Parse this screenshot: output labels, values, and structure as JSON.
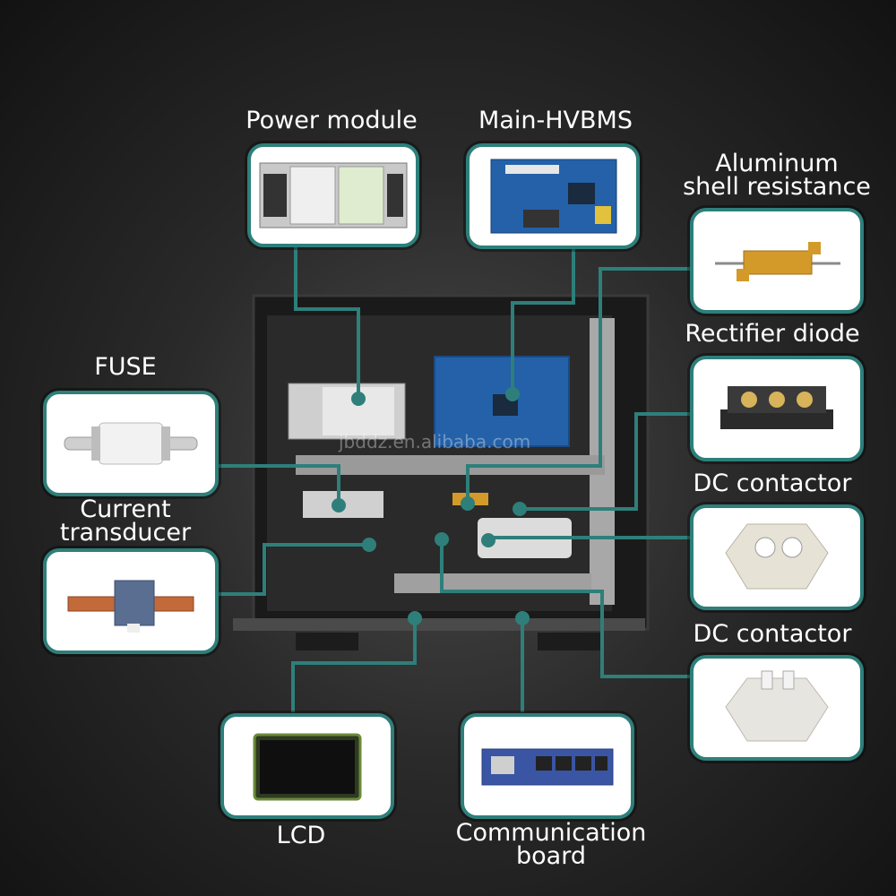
{
  "labels": {
    "power_module": "Power module",
    "main_hvbms": "Main-HVBMS",
    "aluminum_resistance": "Aluminum\nshell resistance",
    "rectifier_diode": "Rectifier diode",
    "fuse": "FUSE",
    "dc_contactor_1": "DC contactor",
    "current_transducer": "Current\ntransducer",
    "dc_contactor_2": "DC contactor",
    "lcd": "LCD",
    "communication_board": "Communication\nboard"
  },
  "watermark": "jbddz.en.alibaba.com",
  "colors": {
    "accent": "#2e7f7a",
    "background": "#1e1e1e",
    "label_text": "#ffffff"
  }
}
